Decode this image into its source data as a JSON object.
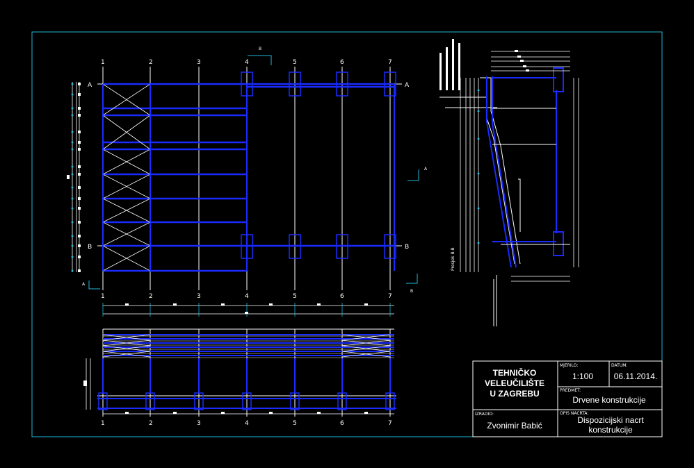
{
  "colors": {
    "background": "#000000",
    "frame": "#22b8d8",
    "structure": "#1a2bff",
    "lines": "#ffffff",
    "dimension": "#22b8d8"
  },
  "plan": {
    "axis_labels": [
      "1",
      "2",
      "3",
      "4",
      "5",
      "6",
      "7"
    ],
    "row_labels": [
      "A",
      "B"
    ],
    "section_marks": [
      "A",
      "A",
      "B",
      "B"
    ]
  },
  "section": {
    "label": "Presjek B-B"
  },
  "title_block": {
    "school": [
      "TEHNIČKO",
      "VELEUČILIŠTE",
      "U ZAGREBU"
    ],
    "mjerilo_label": "MJERILO:",
    "mjerilo_value": "1:100",
    "datum_label": "DATUM:",
    "datum_value": "06.11.2014.",
    "predmet_label": "PREDMET:",
    "predmet_value": "Drvene konstrukcije",
    "izradio_label": "IZRADIO:",
    "izradio_value": "Zvonimir Babić",
    "opis_label": "OPIS NACRTA:",
    "opis_value": [
      "Dispozicijski nacrt",
      "konstrukcije"
    ]
  }
}
